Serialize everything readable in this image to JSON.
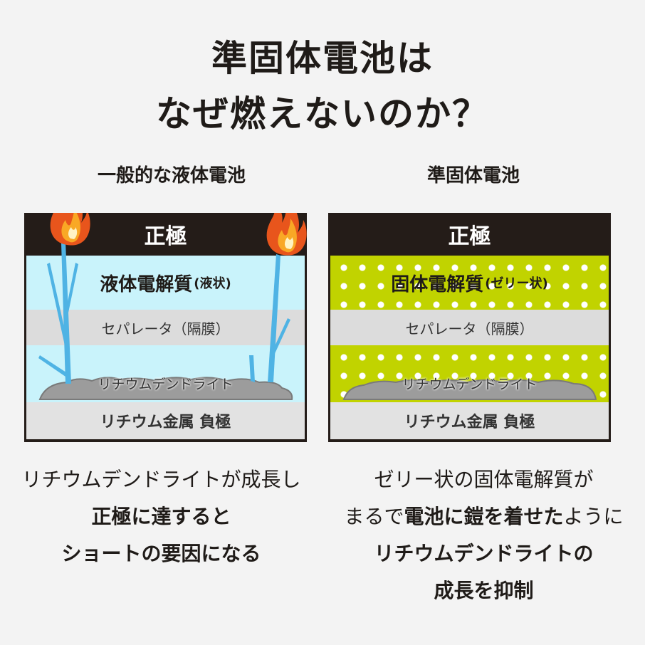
{
  "title": {
    "line1": "準固体電池は",
    "line2": "なぜ燃えないのか？"
  },
  "left": {
    "heading": "一般的な液体電池",
    "anode": "正極",
    "electrolyte": "液体電解質",
    "electrolyte_note": "(液状)",
    "separator": "セパレータ（隔膜）",
    "dendrite": "リチウムデンドライト",
    "cathode": "リチウム金属 負極",
    "caption": {
      "line1": "リチウムデンドライトが成長し",
      "line2": "正極に達すると",
      "line3": "ショートの要因になる"
    }
  },
  "right": {
    "heading": "準固体電池",
    "anode": "正極",
    "electrolyte": "固体電解質",
    "electrolyte_note": "(ゼリー状)",
    "separator": "セパレータ（隔膜）",
    "dendrite": "リチウムデンドライト",
    "cathode": "リチウム金属 負極",
    "caption": {
      "line1": "ゼリー状の固体電解質が",
      "line2a": "まるで",
      "line2b": "電池に鎧を着せた",
      "line2c": "ように",
      "line3": "リチウムデンドライトの",
      "line4": "成長を抑制"
    }
  },
  "colors": {
    "background": "#f3f3f3",
    "frame": "#241c18",
    "liquid_electrolyte": "#c9f3fb",
    "gel_electrolyte": "#c1d300",
    "dendrite": "#4fb3e4",
    "fire": "#f07a1e"
  },
  "icons": [
    "fire-icon",
    "dendrite-icon",
    "lithium-deposit-icon"
  ]
}
